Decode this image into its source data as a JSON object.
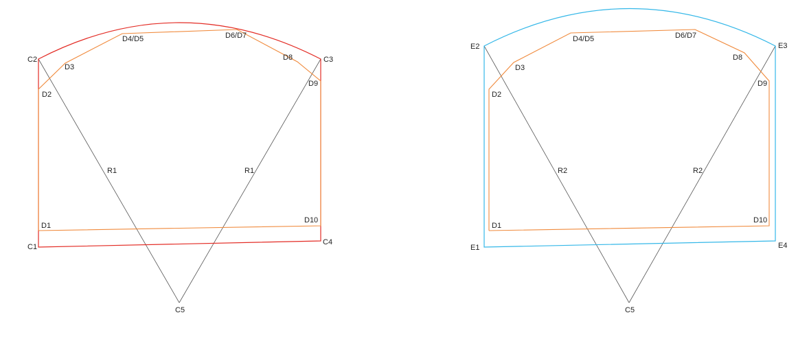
{
  "colors": {
    "outline_left": "#e32b24",
    "outline_right": "#33b7e8",
    "inner_profile": "#f08a3c",
    "radius_line": "#555555",
    "label": "#222222"
  },
  "left": {
    "labels": {
      "c1": "C1",
      "c2": "C2",
      "c3": "C3",
      "c4": "C4",
      "c5": "C5",
      "d1": "D1",
      "d2": "D2",
      "d3": "D3",
      "d45": "D4/D5",
      "d67": "D6/D7",
      "d8": "D8",
      "d9": "D9",
      "d10": "D10",
      "r_left": "R1",
      "r_right": "R1"
    }
  },
  "right": {
    "labels": {
      "e1": "E1",
      "e2": "E2",
      "e3": "E3",
      "e4": "E4",
      "c5": "C5",
      "d1": "D1",
      "d2": "D2",
      "d3": "D3",
      "d45": "D4/D5",
      "d67": "D6/D7",
      "d8": "D8",
      "d9": "D9",
      "d10": "D10",
      "r_left": "R2",
      "r_right": "R2"
    }
  }
}
